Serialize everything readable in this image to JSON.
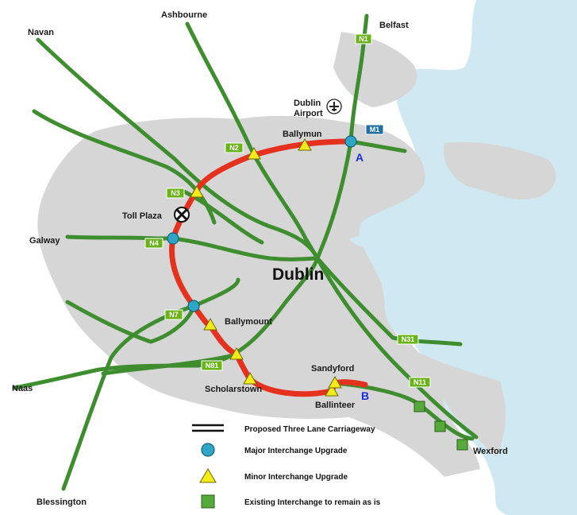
{
  "colors": {
    "sea": "#cfe8f1",
    "land": "#d6d6d6",
    "road": "#3e8e2f",
    "ring": "#e5321e",
    "major": "#2fa6c6",
    "minor": "#f2ec1a",
    "existing": "#56a93b",
    "route_badge": "#6ab41a",
    "motorway_badge": "#236fa0",
    "point_label": "#1c2fd4"
  },
  "map": {
    "city": "Dublin",
    "places": {
      "belfast": "Belfast",
      "ashbourne": "Ashbourne",
      "navan": "Navan",
      "airport_line1": "Dublin",
      "airport_line2": "Airport",
      "ballymun": "Ballymun",
      "toll_plaza": "Toll Plaza",
      "galway": "Galway",
      "ballymount": "Ballymount",
      "sandyford": "Sandyford",
      "scholarstown": "Scholarstown",
      "ballinteer": "Ballinteer",
      "naas": "Naas",
      "wexford": "Wexford",
      "blessington": "Blessington"
    },
    "routes": {
      "n1": "N1",
      "m1": "M1",
      "n2": "N2",
      "n3": "N3",
      "n4": "N4",
      "n7": "N7",
      "n81": "N81",
      "n31": "N31",
      "n11": "N11"
    },
    "point_a": "A",
    "point_b": "B",
    "airport_icon": "airplane-icon",
    "toll_icon": "cross-circle-icon"
  },
  "legend": {
    "items": [
      {
        "symbol": "double-line",
        "label": "Proposed Three Lane Carriageway"
      },
      {
        "symbol": "blue-circle",
        "label": "Major Interchange Upgrade"
      },
      {
        "symbol": "yellow-triangle",
        "label": "Minor Interchange Upgrade"
      },
      {
        "symbol": "green-square",
        "label": "Existing Interchange to remain as is"
      }
    ]
  }
}
